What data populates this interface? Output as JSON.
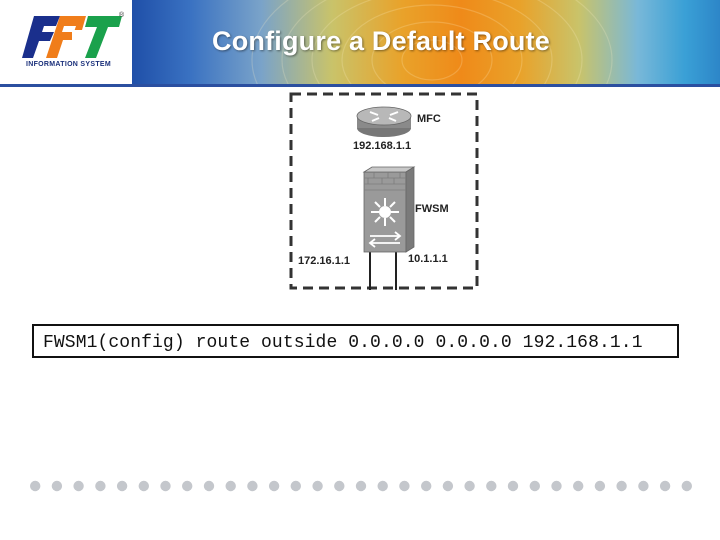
{
  "header": {
    "title": "Configure a Default Route",
    "logo": {
      "wordmark": "FPT",
      "subtitle": "INFORMATION SYSTEM",
      "registered_mark": "®"
    },
    "colors": {
      "banner_left": "#1f4fa8",
      "banner_center": "#ef8a19",
      "banner_right": "#2d86c8",
      "rule": "#2b4fa0"
    }
  },
  "diagram": {
    "router_label": "MFC",
    "router_ip": "192.168.1.1",
    "firewall_label": "FWSM",
    "left_ip": "172.16.1.1",
    "right_ip": "10.1.1.1",
    "icons": [
      "router-icon",
      "firewall-icon"
    ]
  },
  "command": {
    "text": "FWSM1(config) route outside 0.0.0.0 0.0.0.0 192.168.1.1"
  },
  "footer": {
    "dot_count": 31,
    "dot_color": "#c4c7cc"
  }
}
